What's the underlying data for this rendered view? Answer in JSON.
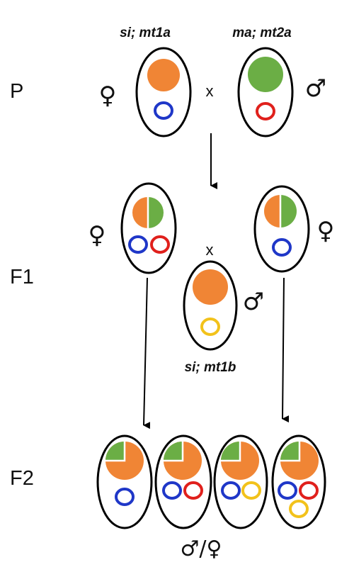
{
  "labels": {
    "gen_p": "P",
    "gen_f1": "F1",
    "gen_f2": "F2",
    "cross": "x",
    "female": "♀",
    "male": "♂",
    "male_female": "♂/♀"
  },
  "genotypes": {
    "p_female": "si; mt1a",
    "p_male": "ma; mt2a",
    "f1_male": "si; mt1b"
  },
  "colors": {
    "orange": "#F08535",
    "green": "#6BAE45",
    "blue": "#1F37C8",
    "red": "#E0201C",
    "yellow": "#F2C21B",
    "outline": "#000000"
  }
}
